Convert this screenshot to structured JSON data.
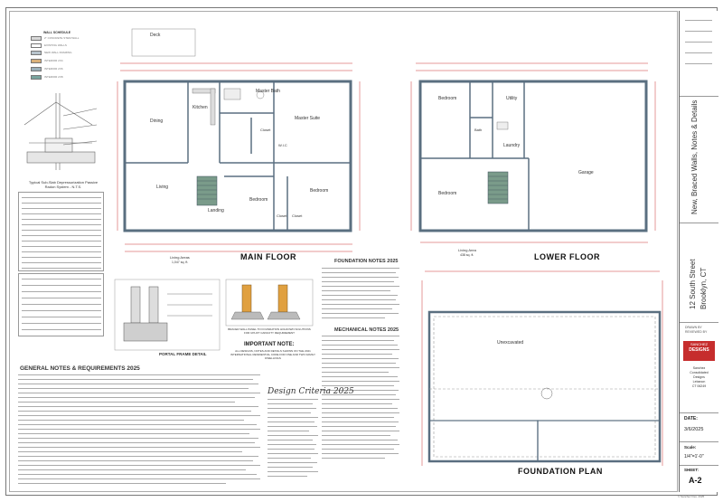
{
  "legend": {
    "title": "WALL SCHEDULE",
    "items": [
      {
        "label": "2\" CONCRETE STEM WALL",
        "color": "#d8d8d8"
      },
      {
        "label": "EXISTING WALLS",
        "color": "#ffffff"
      },
      {
        "label": "NEW WALL FRAMING",
        "color": "#b8c4cc"
      },
      {
        "label": "INTERIOR 2X4",
        "color": "#d9b07a"
      },
      {
        "label": "INTERIOR 2X6",
        "color": "#9cb1ba"
      },
      {
        "label": "INTERIOR 2X8",
        "color": "#7aa59f"
      }
    ]
  },
  "detail_caption": "Typical Sub-Slab Depressurization Passive Radon System - N.T.S.",
  "main_floor": {
    "title": "MAIN FLOOR",
    "rooms": [
      "Dining",
      "Kitchen",
      "Master Bath",
      "Master Suite",
      "Living",
      "Bedroom",
      "Bedroom",
      "Landing",
      "Closet",
      "Closet",
      "Closet",
      "W.I.C"
    ],
    "deck_label": "Deck",
    "area_label": "Living Areas",
    "area_value": "1,047 sq. ft."
  },
  "lower_floor": {
    "title": "LOWER FLOOR",
    "rooms": [
      "Bedroom",
      "Utility",
      "Bath",
      "Laundry",
      "Garage",
      "Bedroom"
    ],
    "area_label": "Living Area",
    "area_value": "438 sq. ft."
  },
  "foundation": {
    "title": "FOUNDATION PLAN",
    "space_label": "Unexcavated"
  },
  "details": {
    "portal_caption": "PORTAL FRAME DETAIL",
    "braced_caption": "BRACED WALL PANEL TO FOUNDATION HOLDOWN SOLUTIONS FOR UPLIFT CAPACITY REQUIREMENT",
    "important_title": "IMPORTANT NOTE:",
    "important_text": "ALL DESIGNS, NOTES AND DETAILS SHOWN ON THE 2021 INTERNATIONAL RESIDENTIAL CODE FOR ONE AND TWO FAMILY DWELLINGS"
  },
  "notes": {
    "foundation_title": "FOUNDATION NOTES 2025",
    "mechanical_title": "MECHANICAL NOTES 2025",
    "general_title": "GENERAL NOTES & REQUIREMENTS 2025",
    "design_title": "Design Criteria 2025"
  },
  "title_block": {
    "sheet_title": "New, Braced Walls, Notes & Details",
    "address_line1": "12 South Street",
    "address_line2": "Brooklyn, CT",
    "drawn_label": "DRAWN BY",
    "reviewed_label": "REVIEWED BY",
    "designer_lines": [
      "Sanchez",
      "Consolidated",
      "Designs",
      "Lebanon",
      "CT 06249"
    ],
    "date_label": "DATE:",
    "date_value": "3/6/2025",
    "scale_label": "Scale:",
    "scale_value": "1/4\"=1'-0\"",
    "sheet_label": "SHEET:",
    "sheet_value": "A-2",
    "brand_top": "SANCHEZ",
    "brand_bottom": "DESIGNS",
    "copyright": "© Sanchez Des. 2025"
  },
  "colors": {
    "wall": "#5a6f80",
    "wall_dark": "#3d4e5c",
    "dimension": "#cc3333",
    "sheet_bg": "#ffffff",
    "brand": "#c62d2d",
    "stair_fill": "#7a9b8a"
  }
}
